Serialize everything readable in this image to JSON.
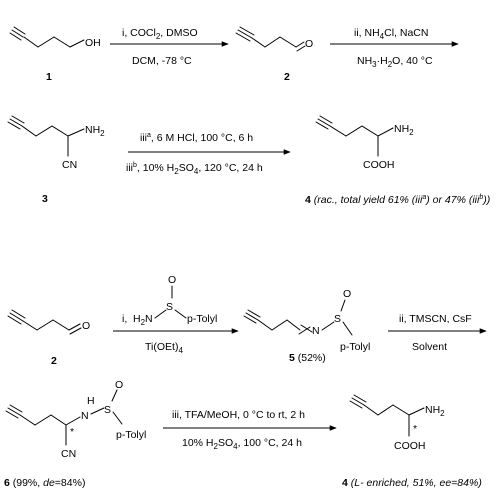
{
  "scheme_top": {
    "step1": {
      "line1": "i, COCl",
      "line1_sub": "2",
      "line1_tail": ", DMSO",
      "line2": "DCM, -78 °C"
    },
    "step2": {
      "line1": "ii, NH",
      "line1_sub": "4",
      "line1_tail": "Cl, NaCN",
      "line2": "NH",
      "line2_sub": "3",
      "line2_mid": "·H",
      "line2_sub2": "2",
      "line2_tail": "O, 40 °C"
    },
    "step3": {
      "a_pre": "iii",
      "a_sup": "a",
      "a_text": ", 6 M HCl, 100 °C, 6 h",
      "b_pre": "iii",
      "b_sup": "b",
      "b_text_pre": ", 10% H",
      "b_sub1": "2",
      "b_mid": "SO",
      "b_sub2": "4",
      "b_tail": ", 120 °C, 24 h"
    },
    "compounds": {
      "c1": {
        "label": "1",
        "oh": "OH"
      },
      "c2": {
        "label": "2",
        "o": "O"
      },
      "c3": {
        "label": "3",
        "nh2": "NH",
        "nh2_sub": "2",
        "cn": "CN"
      },
      "c4": {
        "label": "4",
        "nh2": "NH",
        "nh2_sub": "2",
        "cooh": "COOH",
        "note_pre": " (rac., total yield 61% (iii",
        "note_sup1": "a",
        "note_mid": ") or 47% (iii",
        "note_sup2": "b",
        "note_tail": "))"
      }
    }
  },
  "scheme_bottom": {
    "step1": {
      "reagent_h2n": "H",
      "reagent_sub": "2",
      "reagent_n": "N",
      "roman": "i,",
      "s": "S",
      "o": "O",
      "tolyl": "p-Tolyl",
      "line2": "Ti(OEt)",
      "line2_sub": "4"
    },
    "step2": {
      "line1": "ii, TMSCN, CsF",
      "line2": "Solvent"
    },
    "step3": {
      "line1": "iii, TFA/MeOH, 0 °C to rt, 2 h",
      "line2_pre": "10% H",
      "line2_sub1": "2",
      "line2_mid": "SO",
      "line2_sub2": "4",
      "line2_tail": ", 100 °C, 24 h"
    },
    "compounds": {
      "c2": {
        "label": "2",
        "o": "O"
      },
      "c5": {
        "label": "5",
        "yield": " (52%)",
        "n": "N",
        "s": "S",
        "o": "O",
        "tolyl": "p-Tolyl"
      },
      "c6": {
        "label": "6",
        "yield_pre": " (99%, ",
        "de": "de",
        "yield_tail": "=84%)",
        "h": "H",
        "n": "N",
        "s": "S",
        "o": "O",
        "tolyl": "p-Tolyl",
        "cn": "CN",
        "star": "*"
      },
      "c4": {
        "label": "4",
        "nh2": "NH",
        "nh2_sub": "2",
        "cooh": "COOH",
        "star": "*",
        "note": " (L- enriched, 51%, ",
        "ee": "ee",
        "note_tail": "=84%)"
      }
    }
  }
}
